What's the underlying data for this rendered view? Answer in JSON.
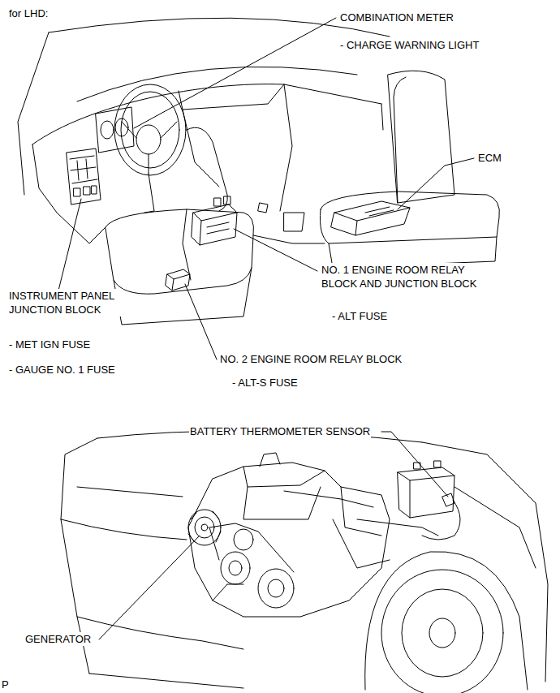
{
  "diagram": {
    "title": "for LHD:",
    "labels": [
      "COMBINATION METER",
      "- CHARGE WARNING LIGHT",
      "ECM",
      "NO. 1 ENGINE ROOM RELAY BLOCK AND JUNCTION BLOCK",
      "- ALT FUSE",
      "INSTRUMENT PANEL JUNCTION BLOCK",
      "- MET IGN FUSE",
      "- GAUGE NO. 1 FUSE",
      "NO. 2 ENGINE ROOM RELAY BLOCK",
      "- ALT-S FUSE",
      "BATTERY THERMOMETER SENSOR",
      "GENERATOR",
      "P"
    ]
  }
}
